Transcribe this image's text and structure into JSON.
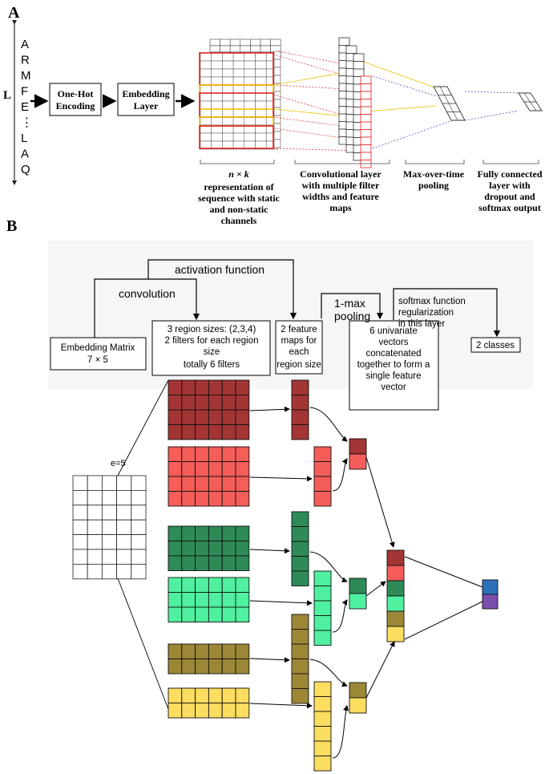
{
  "panel_a": {
    "label": "A",
    "sequence_letters": [
      "A",
      "R",
      "M",
      "F",
      "E",
      "⋮",
      "L",
      "A",
      "Q"
    ],
    "length_label": "L",
    "one_hot_lines": [
      "One-Hot",
      "Encoding"
    ],
    "embedding_lines": [
      "Embedding",
      "Layer"
    ],
    "caption_nk": "n × k",
    "caption_rep": [
      "representation of",
      "sequence with static",
      "and non-static",
      "channels"
    ],
    "caption_conv": [
      "Convolutional layer",
      "with multiple filter",
      "widths and feature",
      "maps"
    ],
    "caption_pool": [
      "Max-over-time",
      "pooling"
    ],
    "caption_fc": [
      "Fully connected",
      "layer with",
      "dropout and",
      "softmax output"
    ]
  },
  "panel_b": {
    "label": "B",
    "activation_label": "activation function",
    "convolution_label": "convolution",
    "pooling_lines": [
      "1-max",
      "pooling"
    ],
    "softmax_lines": [
      "softmax function",
      "regularization",
      "in this layer"
    ],
    "embedding_matrix_lines": [
      "Embedding Matrix",
      "7 × 5"
    ],
    "region_lines": [
      "3 region sizes: (2,3,4)",
      "2 filters for each region",
      "size",
      "totally 6 filters"
    ],
    "feature_maps_lines": [
      "2 feature",
      "maps for",
      "each",
      "region size"
    ],
    "univariate_lines": [
      "6 univariate",
      "vectors",
      "concatenated",
      "together to form a",
      "single feature",
      "vector"
    ],
    "classes_label": "2 classes",
    "e_label": "e=5"
  },
  "colors": {
    "dark_red": "#a33535",
    "red": "#f55d58",
    "dark_green": "#2e8b57",
    "light_green": "#4ff0a0",
    "olive": "#9b8736",
    "yellow": "#fcdd5f",
    "blue": "#2e6fba",
    "purple": "#7b4fae",
    "highlight_red": "#e02020",
    "highlight_yellow": "#f0c000"
  }
}
